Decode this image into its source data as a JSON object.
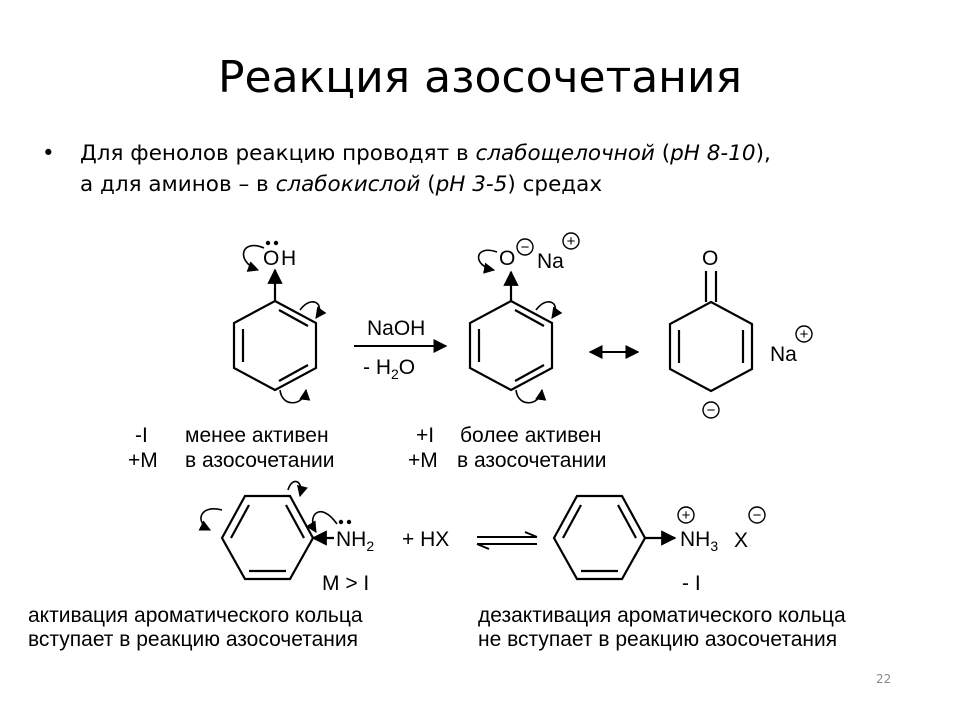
{
  "slide": {
    "title": "Реакция азосочетания",
    "bullet": {
      "line1": [
        "Для фенолов реакцию проводят в ",
        "слабощелочной",
        " (",
        "pH 8-10",
        "),"
      ],
      "line2": [
        "а для аминов – в ",
        "слабокислой",
        " (",
        "pH 3-5",
        ") средах"
      ]
    },
    "number": "22"
  },
  "scheme": {
    "phenol": {
      "O": "O",
      "H": "H",
      "effect_I": "-I",
      "effect_M": "+M",
      "note_line1": "менее активен",
      "note_line2": "в азосочетании"
    },
    "reagent": {
      "top": "NaOH",
      "bottom_pre": "- H",
      "bottom_sub": "2",
      "bottom_post": "O"
    },
    "phenoxide": {
      "O": "O",
      "minus": "−",
      "Na": "Na",
      "plus": "+",
      "effect_I": "+I",
      "effect_M": "+M",
      "note_line1": "более активен",
      "note_line2": "в азосочетании"
    },
    "quinoid": {
      "O": "O",
      "Na": "Na",
      "plus": "+",
      "minus": "−"
    },
    "aniline": {
      "N": "NH",
      "sub": "2",
      "effect": "M > I",
      "reagent": "+ HX",
      "note_line1": "активация ароматического кольца",
      "note_line2": "вступает в реакцию азосочетания"
    },
    "anilinium": {
      "N": "NH",
      "sub": "3",
      "X": "X",
      "plus": "+",
      "minus": "−",
      "effect": "- I",
      "note_line1": "дезактивация ароматического кольца",
      "note_line2": "не вступает в реакцию азосочетания"
    }
  }
}
